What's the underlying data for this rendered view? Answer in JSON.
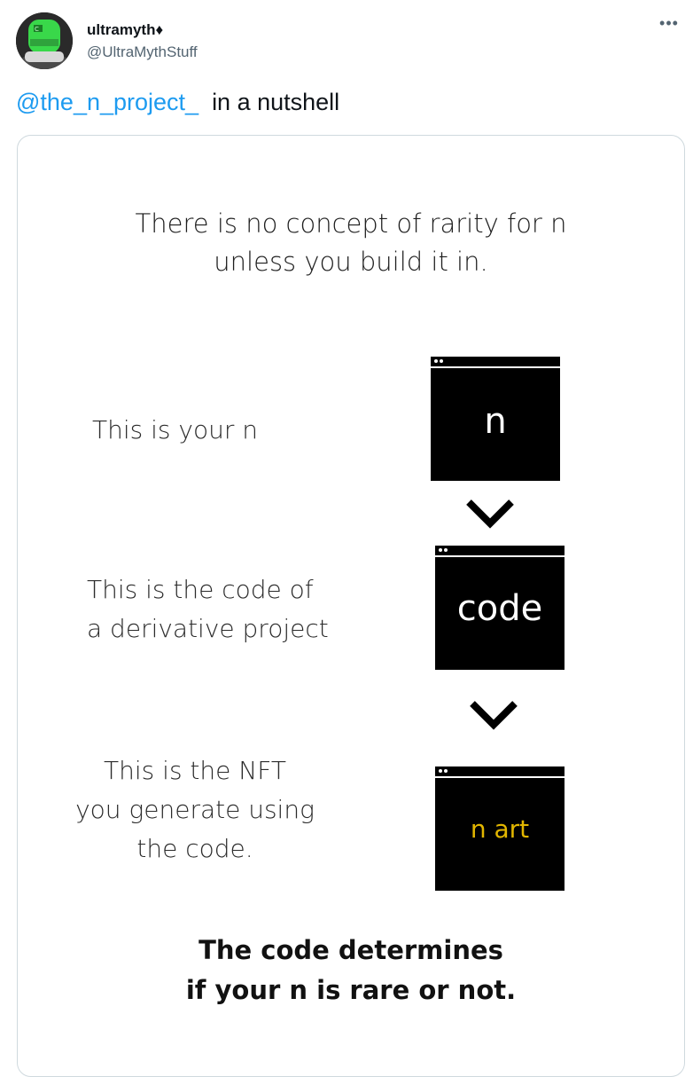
{
  "tweet": {
    "display_name": "ultramyth♦",
    "handle": "@UltraMythStuff",
    "mention": "@the_n_project_",
    "text": "in a nutshell",
    "more_icon": "more-horizontal-icon"
  },
  "card": {
    "intro_line1": "There is no concept of rarity for n",
    "intro_line2": "unless you build it in.",
    "label_n": "This is your n",
    "label_code_line1": "This is the code of",
    "label_code_line2": "a derivative project",
    "label_nft_line1": "This is the NFT",
    "label_nft_line2": "you generate using",
    "label_nft_line3": "the code.",
    "window_n": "n",
    "window_code": "code",
    "window_art": "n art",
    "art_color": "#e2b600",
    "conclusion_line1": "The code determines",
    "conclusion_line2": "if your n is rare or not."
  }
}
